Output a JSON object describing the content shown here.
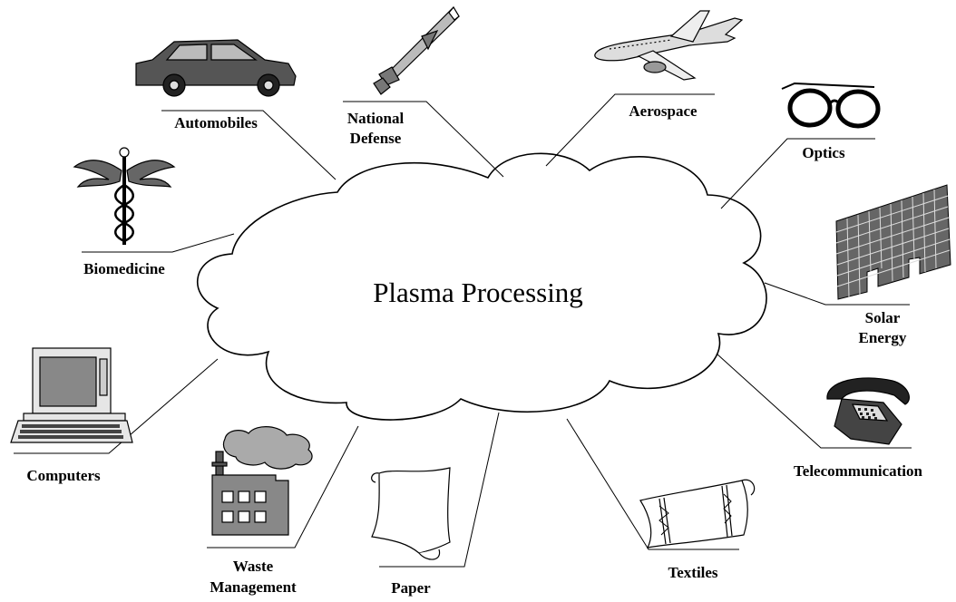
{
  "center_label": "Plasma Processing",
  "applications": [
    {
      "id": "automobiles",
      "lines": [
        "Automobiles"
      ],
      "icon": "car-icon"
    },
    {
      "id": "national-defense",
      "lines": [
        "National",
        "Defense"
      ],
      "icon": "missile-icon"
    },
    {
      "id": "aerospace",
      "lines": [
        "Aerospace"
      ],
      "icon": "airplane-icon"
    },
    {
      "id": "optics",
      "lines": [
        "Optics"
      ],
      "icon": "eyeglasses-icon"
    },
    {
      "id": "solar-energy",
      "lines": [
        "Solar",
        "Energy"
      ],
      "icon": "solar-panel-icon"
    },
    {
      "id": "telecommunication",
      "lines": [
        "Telecommunication"
      ],
      "icon": "telephone-icon"
    },
    {
      "id": "textiles",
      "lines": [
        "Textiles"
      ],
      "icon": "fabric-roll-icon"
    },
    {
      "id": "paper",
      "lines": [
        "Paper"
      ],
      "icon": "paper-scroll-icon"
    },
    {
      "id": "waste-management",
      "lines": [
        "Waste",
        "Management"
      ],
      "icon": "factory-icon"
    },
    {
      "id": "computers",
      "lines": [
        "Computers"
      ],
      "icon": "computer-icon"
    },
    {
      "id": "biomedicine",
      "lines": [
        "Biomedicine"
      ],
      "icon": "caduceus-icon"
    }
  ]
}
